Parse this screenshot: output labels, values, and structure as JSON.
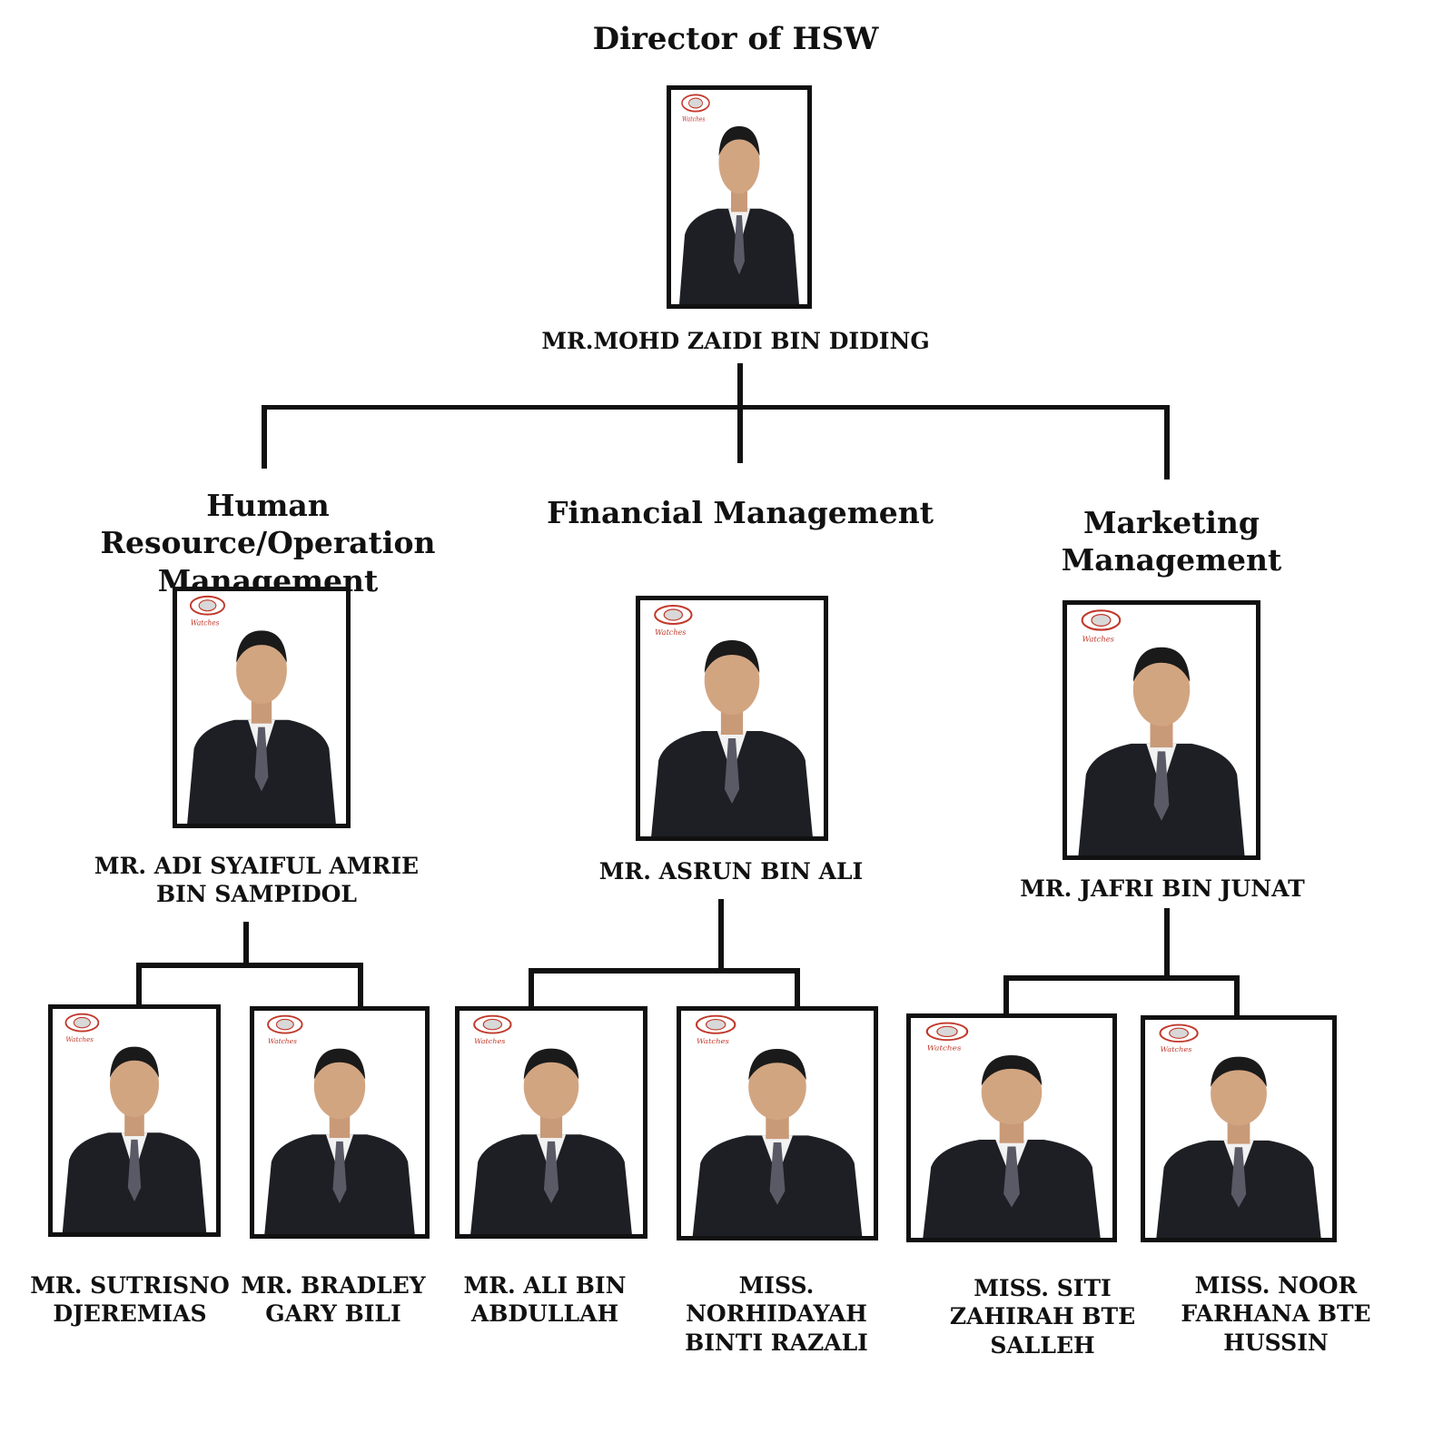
{
  "chart_title": "Director of HSW",
  "director": {
    "name": "MR.MOHD ZAIDI BIN DIDING"
  },
  "departments": [
    {
      "title": "Human Resource/Operation Management",
      "head": "MR. ADI SYAIFUL AMRIE BIN SAMPIDOL",
      "staff": [
        "MR. SUTRISNO DJEREMIAS",
        "MR. BRADLEY GARY BILI"
      ]
    },
    {
      "title": "Financial Management",
      "head": "MR. ASRUN BIN ALI",
      "staff": [
        "MR. ALI BIN ABDULLAH",
        "MISS. NORHIDAYAH BINTI RAZALI"
      ]
    },
    {
      "title": "Marketing Management",
      "head": "MR. JAFRI BIN JUNAT",
      "staff": [
        "MISS. SITI ZAHIRAH BTE SALLEH",
        "MISS. NOOR FARHANA BTE HUSSIN"
      ]
    }
  ],
  "logo_text": "Watches",
  "colors": {
    "line": "#111111",
    "logo": "#c0392b",
    "suit": "#1e1f24"
  }
}
